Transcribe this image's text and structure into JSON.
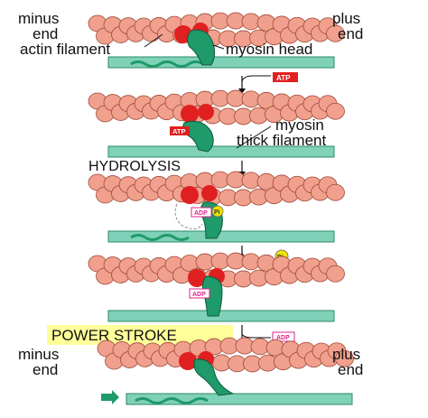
{
  "labels": {
    "minus_end_top": [
      "minus",
      "end"
    ],
    "plus_end_top": [
      "plus",
      "end"
    ],
    "actin_filament": "actin filament",
    "myosin_head": "myosin head",
    "myosin_thick_filament": [
      "myosin",
      "thick filament"
    ],
    "hydrolysis": "HYDROLYSIS",
    "power_stroke": "POWER STROKE",
    "minus_end_bottom": [
      "minus",
      "end"
    ],
    "plus_end_bottom": [
      "plus",
      "end"
    ]
  },
  "tags": {
    "atp_in": "ATP",
    "atp_bound": "ATP",
    "adp_hydrolysis": "ADP",
    "pi_hydrolysis": "Pi",
    "pi_released": "Pi",
    "adp_step4": "ADP",
    "adp_released": "ADP"
  },
  "colors": {
    "actin": "#f0a08c",
    "actin_stroke": "#a24a3a",
    "myosin": "#1f9a6a",
    "myosin_stroke": "#0f5a3c",
    "thick_filament": "#7fd1b8",
    "binding_site": "#e02020",
    "highlight": "#ffff99",
    "adp": "#e0208c",
    "pi": "#f2e600"
  }
}
